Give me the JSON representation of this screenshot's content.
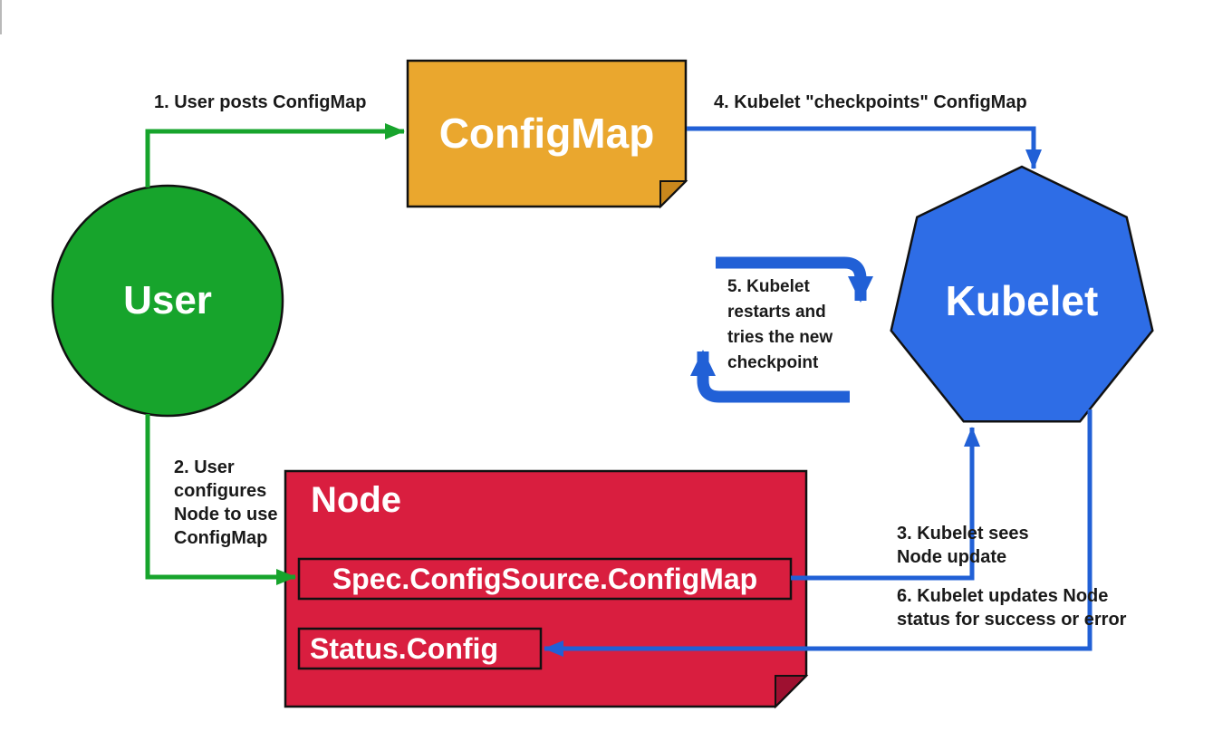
{
  "diagram": {
    "nodes": {
      "user": {
        "label": "User"
      },
      "configmap": {
        "label": "ConfigMap"
      },
      "kubelet": {
        "label": "Kubelet"
      },
      "node": {
        "label": "Node",
        "spec_box": "Spec.ConfigSource.ConfigMap",
        "status_box": "Status.Config"
      }
    },
    "steps": {
      "step1": "1. User posts ConfigMap",
      "step2": "2. User\nconfigures\nNode to use\nConfigMap",
      "step3": "3. Kubelet sees\nNode update",
      "step4": "4. Kubelet \"checkpoints\" ConfigMap",
      "step5": "5. Kubelet\nrestarts and\ntries the new\ncheckpoint",
      "step6": "6. Kubelet updates Node\nstatus for success or error"
    },
    "colors": {
      "user_green": "#17a42c",
      "arrow_green": "#17a42c",
      "configmap_orange": "#eaa72e",
      "configmap_fold": "#c9871c",
      "kubelet_blue": "#2e6de6",
      "arrow_blue": "#2160d6",
      "node_red": "#d91e3f",
      "node_fold": "#9e1030",
      "outline": "#111111",
      "label_text": "#1a1a1a",
      "shape_text": "#ffffff"
    }
  }
}
